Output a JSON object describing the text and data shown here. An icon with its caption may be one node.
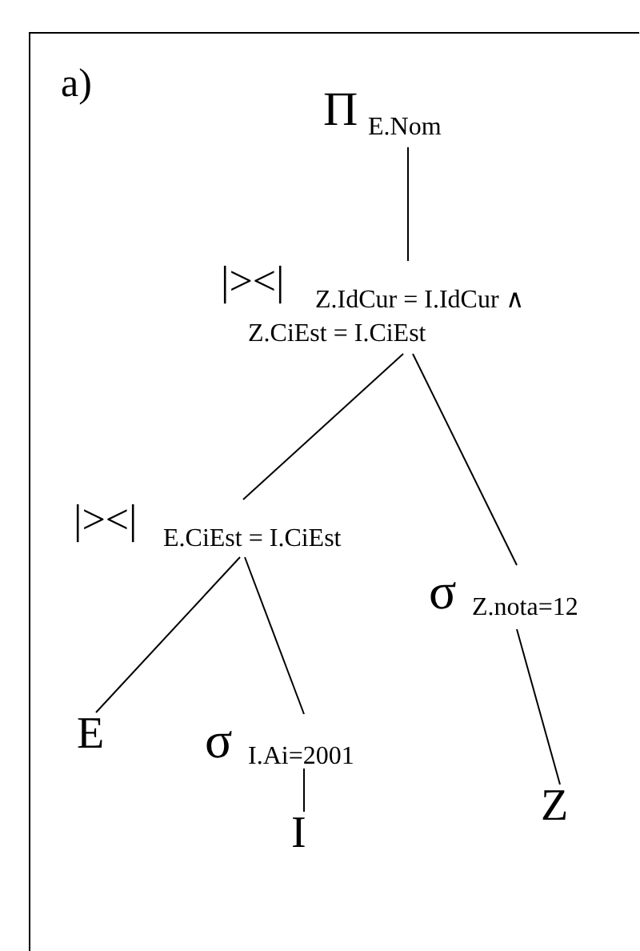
{
  "diagram": {
    "nodes": [
      {
        "text": [
          "Π",
          "E.Nom"
        ]
      },
      {
        "text": [
          "|><|",
          "Z.IdCur = I.IdCur ∧ Z.CiEst = I.CiEst"
        ]
      },
      {
        "text": [
          "|><|",
          "E.CiEst = I.CiEst"
        ]
      },
      {
        "text": [
          "σ",
          "Z.nota=12"
        ]
      },
      {
        "text": [
          "E"
        ]
      },
      {
        "text": [
          "σ",
          "I.Ai=2001"
        ]
      },
      {
        "text": [
          "I"
        ]
      },
      {
        "text": [
          "Z"
        ]
      }
    ],
    "edges": [
      {
        "from": 0,
        "to": 1,
        "arrow": "none"
      },
      {
        "from": 1,
        "to": 2,
        "arrow": "none"
      },
      {
        "from": 1,
        "to": 3,
        "arrow": "none"
      },
      {
        "from": 2,
        "to": 4,
        "arrow": "none"
      },
      {
        "from": 2,
        "to": 5,
        "arrow": "none"
      },
      {
        "from": 5,
        "to": 6,
        "arrow": "none"
      },
      {
        "from": 3,
        "to": 7,
        "arrow": "none"
      }
    ],
    "labels": [
      "a)"
    ]
  }
}
